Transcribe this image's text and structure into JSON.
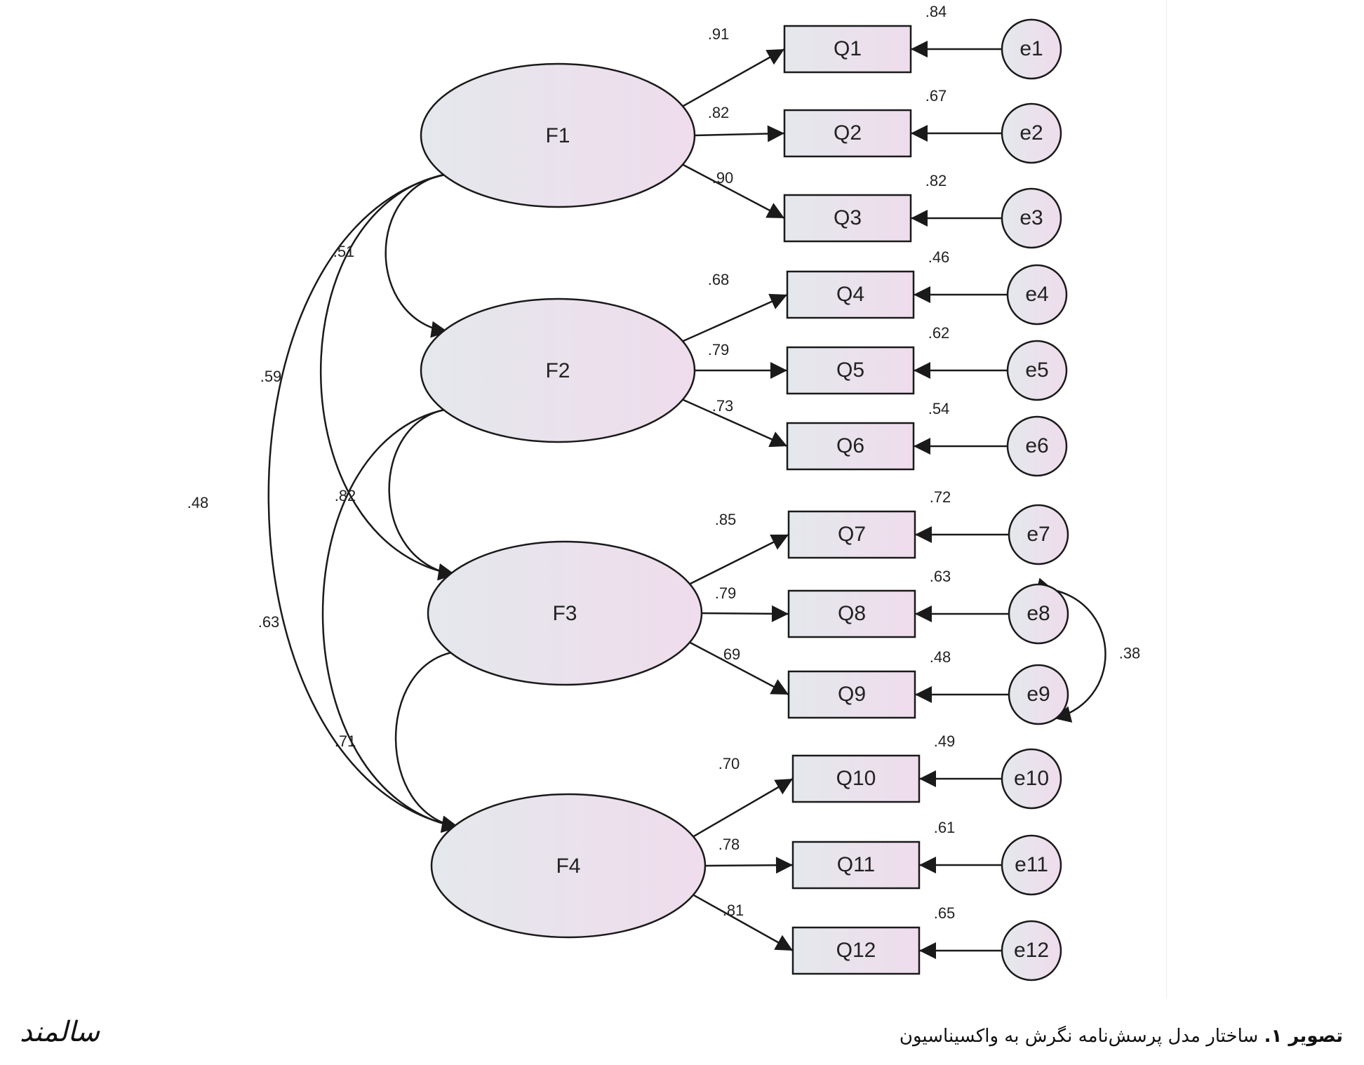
{
  "factors": [
    {
      "id": "F1",
      "label": "F1"
    },
    {
      "id": "F2",
      "label": "F2"
    },
    {
      "id": "F3",
      "label": "F3"
    },
    {
      "id": "F4",
      "label": "F4"
    }
  ],
  "indicators": [
    {
      "label": "Q1",
      "factor": 0,
      "error": "e1",
      "loading": ".91",
      "r2": ".84"
    },
    {
      "label": "Q2",
      "factor": 0,
      "error": "e2",
      "loading": ".82",
      "r2": ".67"
    },
    {
      "label": "Q3",
      "factor": 0,
      "error": "e3",
      "loading": ".90",
      "r2": ".82"
    },
    {
      "label": "Q4",
      "factor": 1,
      "error": "e4",
      "loading": ".68",
      "r2": ".46"
    },
    {
      "label": "Q5",
      "factor": 1,
      "error": "e5",
      "loading": ".79",
      "r2": ".62"
    },
    {
      "label": "Q6",
      "factor": 1,
      "error": "e6",
      "loading": ".73",
      "r2": ".54"
    },
    {
      "label": "Q7",
      "factor": 2,
      "error": "e7",
      "loading": ".85",
      "r2": ".72"
    },
    {
      "label": "Q8",
      "factor": 2,
      "error": "e8",
      "loading": ".79",
      "r2": ".63"
    },
    {
      "label": "Q9",
      "factor": 2,
      "error": "e9",
      "loading": ".69",
      "r2": ".48"
    },
    {
      "label": "Q10",
      "factor": 3,
      "error": "e10",
      "loading": ".70",
      "r2": ".49"
    },
    {
      "label": "Q11",
      "factor": 3,
      "error": "e11",
      "loading": ".78",
      "r2": ".61"
    },
    {
      "label": "Q12",
      "factor": 3,
      "error": "e12",
      "loading": ".81",
      "r2": ".65"
    }
  ],
  "correlations": [
    {
      "from": 0,
      "to": 1,
      "value": ".51"
    },
    {
      "from": 1,
      "to": 2,
      "value": ".82"
    },
    {
      "from": 2,
      "to": 3,
      "value": ".71"
    },
    {
      "from": 0,
      "to": 2,
      "value": ".59"
    },
    {
      "from": 1,
      "to": 3,
      "value": ".63"
    },
    {
      "from": 0,
      "to": 3,
      "value": ".48"
    }
  ],
  "error_covariance": {
    "from": "e8",
    "to": "e9",
    "value": ".38"
  },
  "colors": {
    "node_fill": "#ede4ee",
    "stroke": "#1a1a1a"
  },
  "caption": {
    "bold": "تصویر ۱.",
    "text": " ساختار مدل پرسش‌نامه نگرش به واکسیناسیون"
  },
  "logo_text": "سالمند"
}
